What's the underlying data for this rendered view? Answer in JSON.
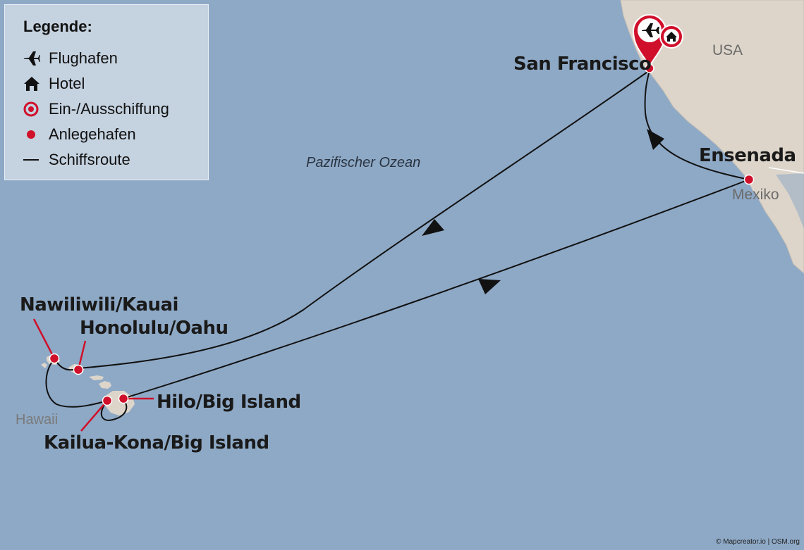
{
  "legend": {
    "title": "Legende:",
    "items": [
      {
        "icon": "airplane-icon",
        "label": "Flughafen"
      },
      {
        "icon": "house-icon",
        "label": "Hotel"
      },
      {
        "icon": "target-icon",
        "label": "Ein-/Ausschiffung"
      },
      {
        "icon": "red-dot-icon",
        "label": "Anlegehafen"
      },
      {
        "icon": "line-icon",
        "label": "Schiffsroute"
      }
    ]
  },
  "places": {
    "san_francisco": "San Francisco",
    "ensenada": "Ensenada",
    "nawiliwili": "Nawiliwili/Kauai",
    "honolulu": "Honolulu/Oahu",
    "hilo": "Hilo/Big Island",
    "kailua_kona": "Kailua-Kona/Big Island"
  },
  "regions": {
    "usa": "USA",
    "mexiko": "Mexiko",
    "hawaii": "Hawaii",
    "ocean": "Pazifischer Ozean"
  },
  "credit": "© Mapcreator.io | OSM.org",
  "colors": {
    "ocean": "#8ea9c6",
    "land": "#ddd5ca",
    "accent": "#d0102a",
    "route": "#111111"
  }
}
